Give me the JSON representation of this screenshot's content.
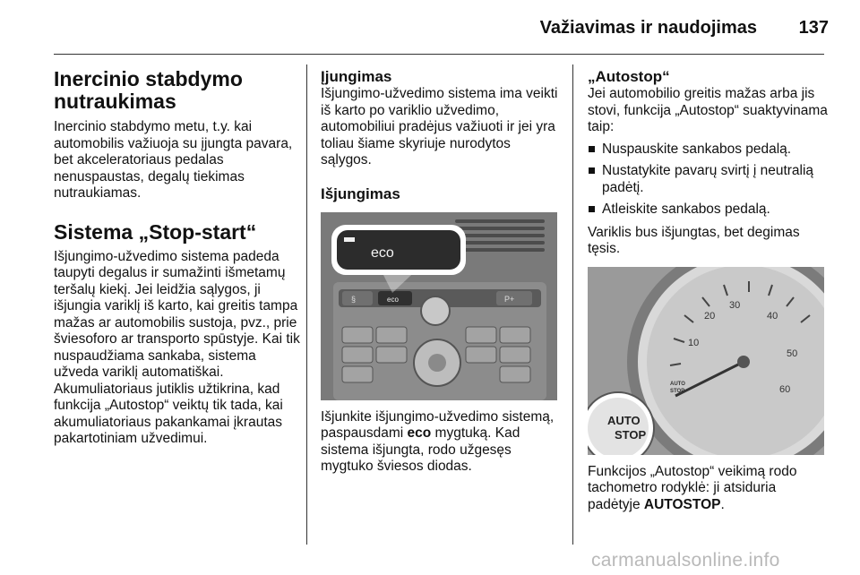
{
  "header": {
    "title": "Važiavimas ir naudojimas",
    "page_number": "137"
  },
  "col1": {
    "heading1": "Inercinio stabdymo nutraukimas",
    "para1": "Inercinio stabdymo metu, t.y. kai automobilis važiuoja su įjungta pavara, bet akceleratoriaus pedalas nenuspaustas, degalų tiekimas nutraukiamas.",
    "heading2": "Sistema „Stop-start“",
    "para2": "Išjungimo-užvedimo sistema padeda taupyti degalus ir sumažinti išmetamų teršalų kiekį. Jei leidžia sąlygos, ji išjungia variklį iš karto, kai greitis tampa mažas ar automobilis sustoja, pvz., prie šviesoforo ar transporto spūstyje. Kai tik nuspaudžiama sankaba, sistema užveda variklį automatiškai. Akumuliatoriaus jutiklis užtikrina, kad funkcija „Autostop“ veiktų tik tada, kai akumuliatoriaus pakankamai įkrautas pakartotiniam užvedimui."
  },
  "col2": {
    "heading1": "Įjungimas",
    "para1": "Išjungimo-užvedimo sistema ima veikti iš karto po variklio užvedimo, automobiliui pradėjus važiuoti ir jei yra toliau šiame skyriuje nurodytos sąlygos.",
    "heading2": "Išjungimas",
    "para2_before": "Išjunkite išjungimo-užvedimo sistemą, paspausdami ",
    "para2_bold": "eco",
    "para2_after": " mygtuką. Kad sistema išjungta, rodo užgesęs mygtuko šviesos diodas.",
    "figure_labels": {
      "eco_button": "eco",
      "left_button": "§",
      "right_button": "P+"
    }
  },
  "col3": {
    "heading1": "„Autostop“",
    "para1": "Jei automobilio greitis mažas arba jis stovi, funkcija „Autostop“ suaktyvinama taip:",
    "bullets": [
      "Nuspauskite sankabos pedalą.",
      "Nustatykite pavarų svirtį į neutralią padėtį.",
      "Atleiskite sankabos pedalą."
    ],
    "para2": "Variklis bus išjungtas, bet degimas tęsis.",
    "para3_before": "Funkcijos „Autostop“ veikimą rodo tachometro rodyklė: ji atsiduria padėtyje ",
    "para3_bold": "AUTOSTOP",
    "para3_after": ".",
    "gauge": {
      "tick_labels": [
        "10",
        "20",
        "30",
        "40",
        "50",
        "60"
      ],
      "small_label_line1": "AUTO",
      "small_label_line2": "STOP",
      "zoom_label_line1": "AUTO",
      "zoom_label_line2": "STOP"
    }
  },
  "watermark": "carmanualsonline.info"
}
